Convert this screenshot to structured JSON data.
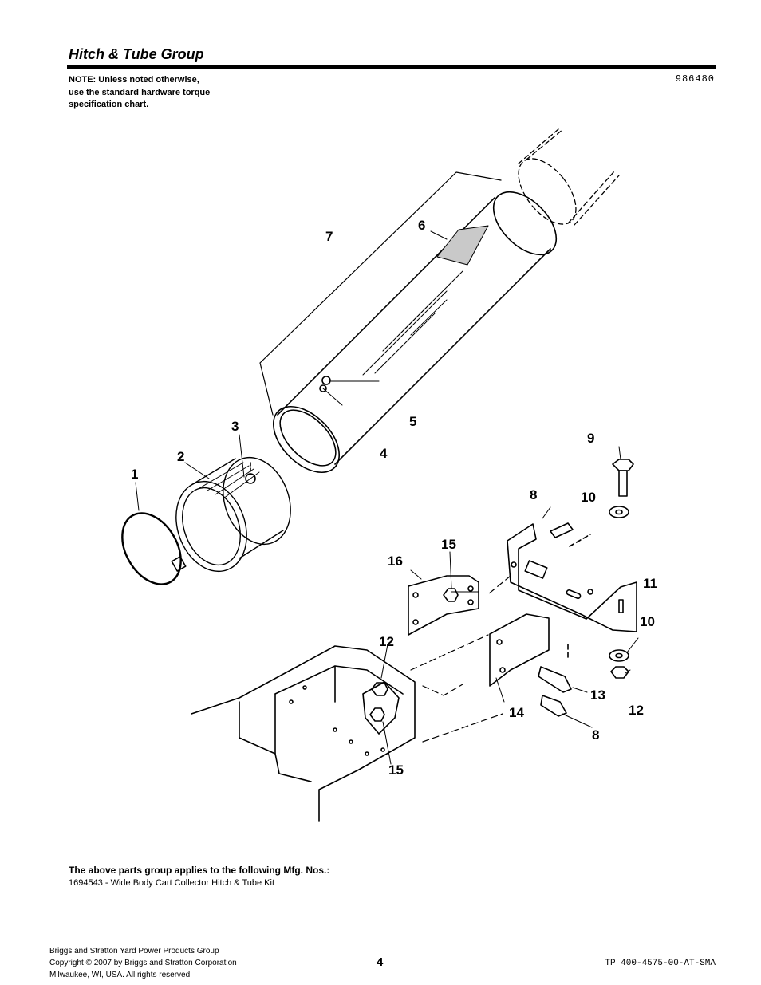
{
  "header": {
    "title": "Hitch & Tube Group",
    "note_lines": [
      "NOTE: Unless noted otherwise,",
      "use the standard hardware torque",
      "specification chart."
    ],
    "diagram_number": "986480"
  },
  "diagram": {
    "callouts": [
      "1",
      "2",
      "3",
      "4",
      "5",
      "6",
      "7",
      "8",
      "8",
      "9",
      "10",
      "10",
      "11",
      "12",
      "12",
      "13",
      "14",
      "15",
      "15",
      "16"
    ]
  },
  "applies": {
    "heading": "The above parts group applies to the following Mfg. Nos.:",
    "item": "1694543 - Wide Body Cart Collector Hitch & Tube Kit"
  },
  "footer": {
    "company": "Briggs and Stratton Yard Power Products Group",
    "copyright": "Copyright ©  2007 by Briggs and Stratton Corporation",
    "location": "Milwaukee, WI, USA. All rights reserved",
    "page": "4",
    "doc_code": "TP 400-4575-00-AT-SMA"
  }
}
